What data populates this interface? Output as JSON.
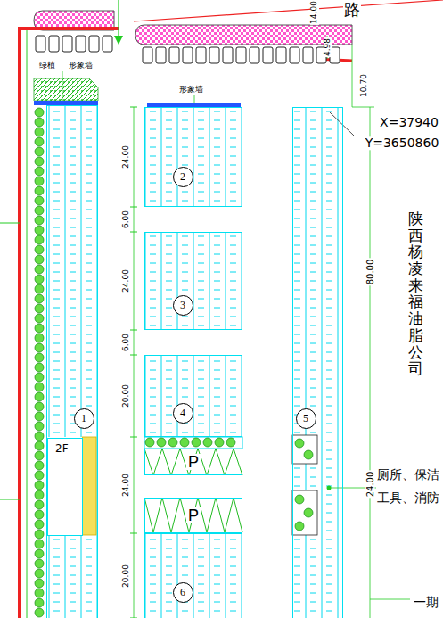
{
  "diagram": {
    "nodes": [
      {
        "text": [
          "1"
        ]
      },
      {
        "text": [
          "2F"
        ],
        "in": 0
      },
      {
        "text": [
          "2"
        ]
      },
      {
        "text": [
          "3"
        ]
      },
      {
        "text": [
          "4"
        ]
      },
      {
        "text": [
          "P"
        ]
      },
      {
        "text": [
          "P"
        ]
      },
      {
        "text": [
          "6"
        ]
      },
      {
        "text": [
          "5"
        ]
      }
    ],
    "labels": [
      "路",
      "14.00",
      "4.98",
      "10.70",
      "X=37940",
      "Y=3650860",
      "陕西杨凌来福油脂公司",
      "80.00",
      "24.00",
      "厕所、保洁",
      "工具、消防",
      "一期",
      "绿植",
      "形象墙",
      "形象墙",
      "24.00",
      "6.00",
      "24.00",
      "6.00",
      "20.00",
      "24.00",
      "20.00"
    ]
  }
}
